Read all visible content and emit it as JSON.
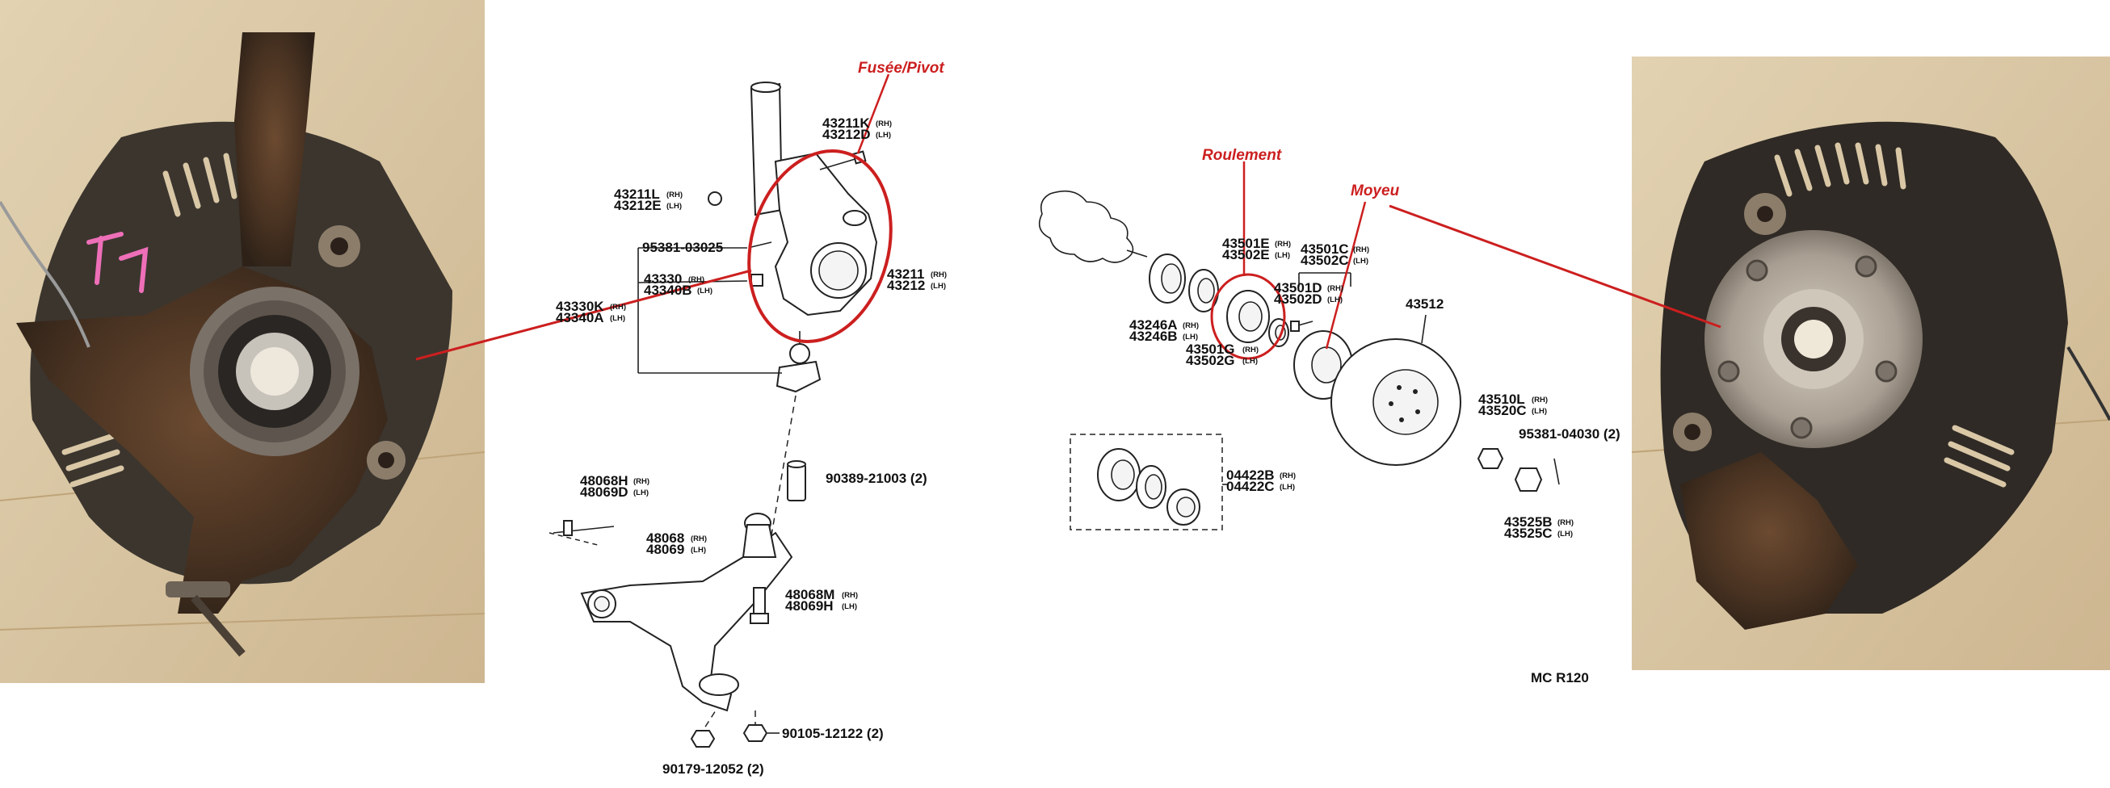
{
  "colors": {
    "annotation": "#cc1f1f",
    "line": "#222222",
    "photo_bg": "#d9c7a6",
    "rust": "#5e3f28"
  },
  "photos": {
    "left": {
      "subject": "steering-knuckle-with-bearing-photo"
    },
    "right": {
      "subject": "knuckle-with-hub-photo"
    }
  },
  "annotations": {
    "fusee": "Fusée/Pivot",
    "roulement": "Roulement",
    "moyeu": "Moyeu"
  },
  "labels_left": {
    "l43211K": "43211K",
    "l43212D": "43212D",
    "l43211L": "43211L",
    "l43212E": "43212E",
    "l95381a": "95381-03025",
    "l43330": "43330",
    "l43340B": "43340B",
    "l43330K": "43330K",
    "l43340A": "43340A",
    "l43211": "43211",
    "l43212": "43212",
    "l48068H": "48068H",
    "l48069D": "48069D",
    "l90389": "90389-21003 (2)",
    "l48068": "48068",
    "l48069": "48069",
    "l48068M": "48068M",
    "l48069H": "48069H",
    "l90105": "90105-12122 (2)",
    "l90179": "90179-12052 (2)"
  },
  "labels_right": {
    "l43501E": "43501E",
    "l43502E": "43502E",
    "l43501C": "43501C",
    "l43502C": "43502C",
    "l43501D": "43501D",
    "l43502D": "43502D",
    "l43246A": "43246A",
    "l43246B": "43246B",
    "l43501G": "43501G",
    "l43502G": "43502G",
    "l43512": "43512",
    "l43510L": "43510L",
    "l43520C": "43520C",
    "l95381b": "95381-04030 (2)",
    "l43525B": "43525B",
    "l43525C": "43525C",
    "l04422B": "04422B",
    "l04422C": "04422C",
    "code": "MC R120"
  },
  "side": {
    "rh": "(RH)",
    "lh": "(LH)"
  }
}
